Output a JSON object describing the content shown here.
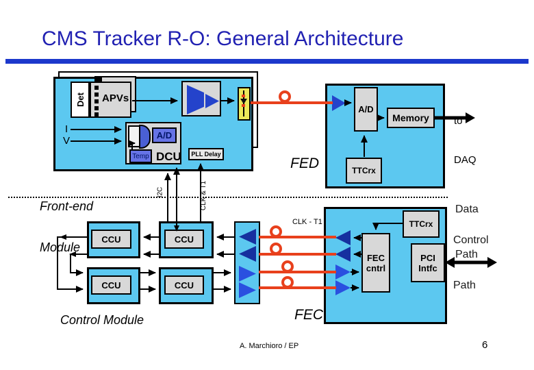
{
  "slide": {
    "title": "CMS Tracker R-O: General Architecture",
    "footer_author": "A. Marchioro / EP",
    "page_number": "6"
  },
  "front_end": {
    "det": "Det",
    "apvs": "APVs",
    "i": "I",
    "v": "V",
    "ad": "A/D",
    "temp": "Temp",
    "dcu": "DCU",
    "pll_delay": "PLL Delay",
    "i2c": "I2C",
    "clk_t1": "CLK & T1",
    "label_line1": "Front-end",
    "label_line2": "Module"
  },
  "fed": {
    "label": "FED",
    "ad": "A/D",
    "memory": "Memory",
    "ttcrx": "TTCrx",
    "to_daq_line1": "to",
    "to_daq_line2": "DAQ"
  },
  "paths": {
    "data_line1": "Data",
    "data_line2": "Path",
    "control_line1": "Control",
    "control_line2": "Path"
  },
  "fec": {
    "label": "FEC",
    "clk_t1": "CLK - T1",
    "ttcrx": "TTCrx",
    "cntrl_line1": "FEC",
    "cntrl_line2": "cntrl",
    "pci_line1": "PCI",
    "pci_line2": "Intfc"
  },
  "control_module": {
    "label": "Control Module",
    "ccu_labels": [
      "CCU",
      "CCU",
      "CCU",
      "CCU"
    ]
  },
  "colors": {
    "title_blue": "#2121b2",
    "rule_blue": "#1c38cc",
    "panel_cyan": "#5cc8f0",
    "box_gray": "#d8d8d8",
    "device_blue": "#2443cb",
    "device_navy": "#16309f",
    "device_bright_blue": "#2a50e0",
    "chip_periwinkle": "#6673e6",
    "laser_yellow": "#ece85a",
    "fiber_red": "#e8401c"
  }
}
